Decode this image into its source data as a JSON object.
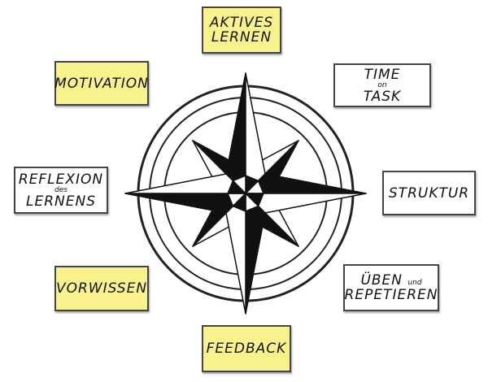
{
  "colors": {
    "yellow": "#f7f28c",
    "white": "#ffffff",
    "ink": "#111111"
  },
  "compass": {
    "icon": "compass-rose-icon"
  },
  "boxes": {
    "aktives": {
      "line1": "AKTIVES",
      "line2": "LERNEN"
    },
    "motivation": {
      "line1": "MOTIVATION"
    },
    "time": {
      "line1": "TIME",
      "small": "on",
      "line2": "TASK"
    },
    "reflexion": {
      "line1": "REFLEXION",
      "small": "des",
      "line2": "LERNENS"
    },
    "struktur": {
      "line1": "STRUKTUR"
    },
    "vorwissen": {
      "line1": "VORWISSEN"
    },
    "ueben": {
      "line1": "ÜBEN",
      "small": "und",
      "line2": "REPETIEREN"
    },
    "feedback": {
      "line1": "FEEDBACK"
    }
  }
}
